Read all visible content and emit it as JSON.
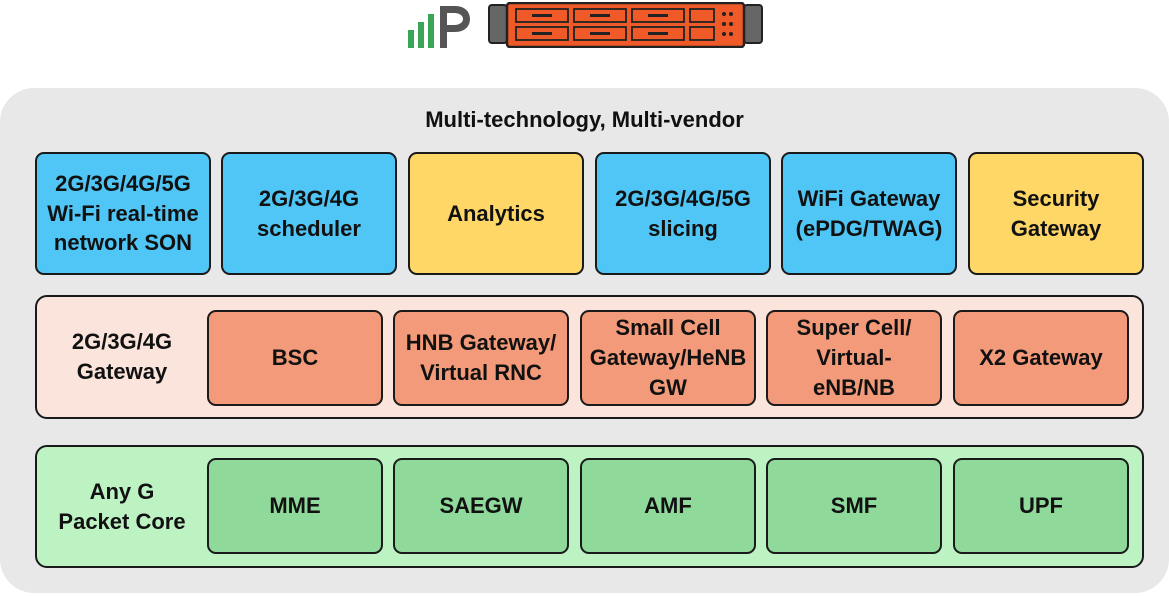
{
  "header": {
    "logo_icon": "parallel-wireless-logo-icon",
    "server_icon": "rack-server-icon"
  },
  "diagram": {
    "title": "Multi-technology, Multi-vendor",
    "services": [
      {
        "label": "2G/3G/4G/5G\nWi-Fi real-time\nnetwork SON",
        "color": "#4fc6f6"
      },
      {
        "label": "2G/3G/4G\nscheduler",
        "color": "#4fc6f6"
      },
      {
        "label": "Analytics",
        "color": "#ffd766"
      },
      {
        "label": "2G/3G/4G/5G\nslicing",
        "color": "#4fc6f6"
      },
      {
        "label": "WiFi Gateway\n(ePDG/TWAG)",
        "color": "#4fc6f6"
      },
      {
        "label": "Security\nGateway",
        "color": "#ffd766"
      }
    ],
    "gateway_layer": {
      "label": "2G/3G/4G\nGateway",
      "items": [
        "BSC",
        "HNB Gateway/\nVirtual RNC",
        "Small Cell\nGateway/HeNB\nGW",
        "Super Cell/\nVirtual-\neNB/NB",
        "X2 Gateway"
      ]
    },
    "core_layer": {
      "label": "Any G\nPacket Core",
      "items": [
        "MME",
        "SAEGW",
        "AMF",
        "SMF",
        "UPF"
      ]
    }
  }
}
